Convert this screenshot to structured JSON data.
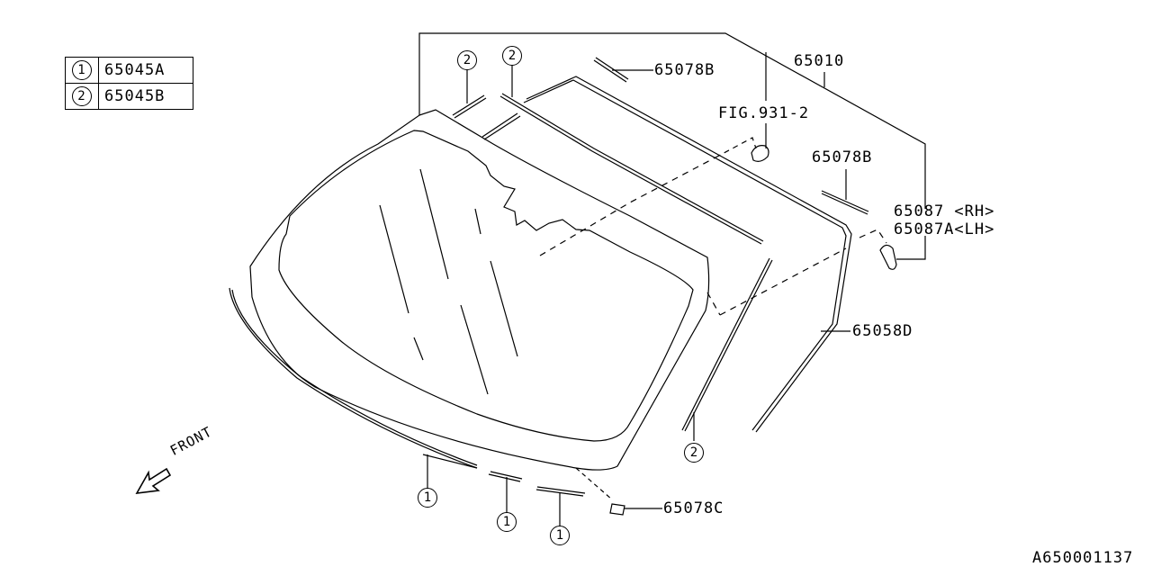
{
  "legend": {
    "rows": [
      {
        "ref": "1",
        "part": "65045A"
      },
      {
        "ref": "2",
        "part": "65045B"
      }
    ]
  },
  "labels": {
    "windshield_assy": "65010",
    "fig_ref": "FIG.931-2",
    "molding_top": "65078B",
    "molding_right": "65078B",
    "bracket_rh": "65087 <RH>",
    "bracket_lh": "65087A<LH>",
    "side_molding": "65058D",
    "clip_bottom": "65078C"
  },
  "callouts": {
    "c1a": "1",
    "c1b": "1",
    "c1c": "1",
    "c2a": "2",
    "c2b": "2",
    "c2c": "2"
  },
  "front_label": "FRONT",
  "diagram_id": "A650001137"
}
